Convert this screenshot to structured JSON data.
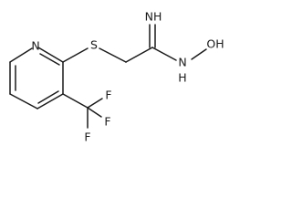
{
  "molecule": {
    "atoms": {
      "ring_n": "N",
      "s": "S",
      "imine_nh": "NH",
      "n_hydroxy": "N",
      "n_hydroxy_h": "H",
      "oh": "OH",
      "f_top": "F",
      "f_right": "F",
      "f_bottom": "F"
    }
  }
}
